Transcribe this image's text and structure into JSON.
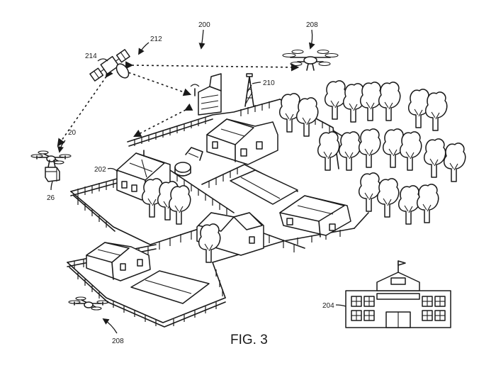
{
  "figure": {
    "caption": "FIG. 3",
    "labels": {
      "system": "200",
      "neighborhood": "202",
      "school": "204",
      "drone_top": "208",
      "drone_bottom": "208",
      "tower": "210",
      "link": "212",
      "satellite": "214",
      "delivery_drone": "20",
      "package": "26"
    }
  }
}
